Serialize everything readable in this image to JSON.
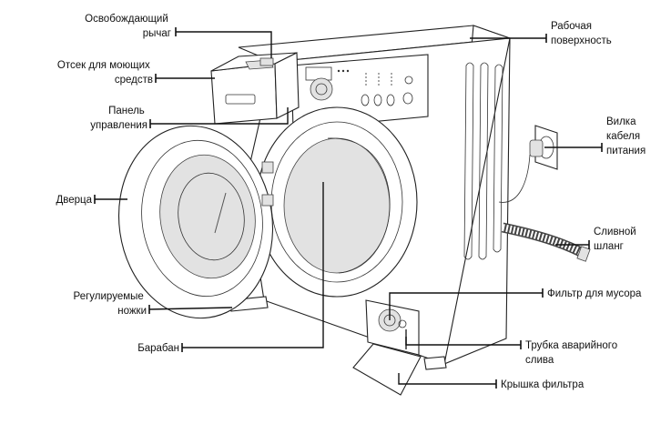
{
  "labels": {
    "release_lever": [
      "Освобождающий",
      "рычаг"
    ],
    "detergent_drawer": [
      "Отсек для моющих",
      "средств"
    ],
    "control_panel": [
      "Панель",
      "управления"
    ],
    "door": [
      "Дверца"
    ],
    "adjustable_feet": [
      "Регулируемые",
      "ножки"
    ],
    "drum": [
      "Барабан"
    ],
    "worktop": [
      "Рабочая",
      "поверхность"
    ],
    "power_plug": [
      "Вилка",
      "кабеля",
      "питания"
    ],
    "drain_hose": [
      "Сливной",
      "шланг"
    ],
    "debris_filter": [
      "Фильтр для мусора"
    ],
    "emergency_drain_tube": [
      "Трубка аварийного",
      "слива"
    ],
    "filter_cover": [
      "Крышка фильтра"
    ]
  }
}
